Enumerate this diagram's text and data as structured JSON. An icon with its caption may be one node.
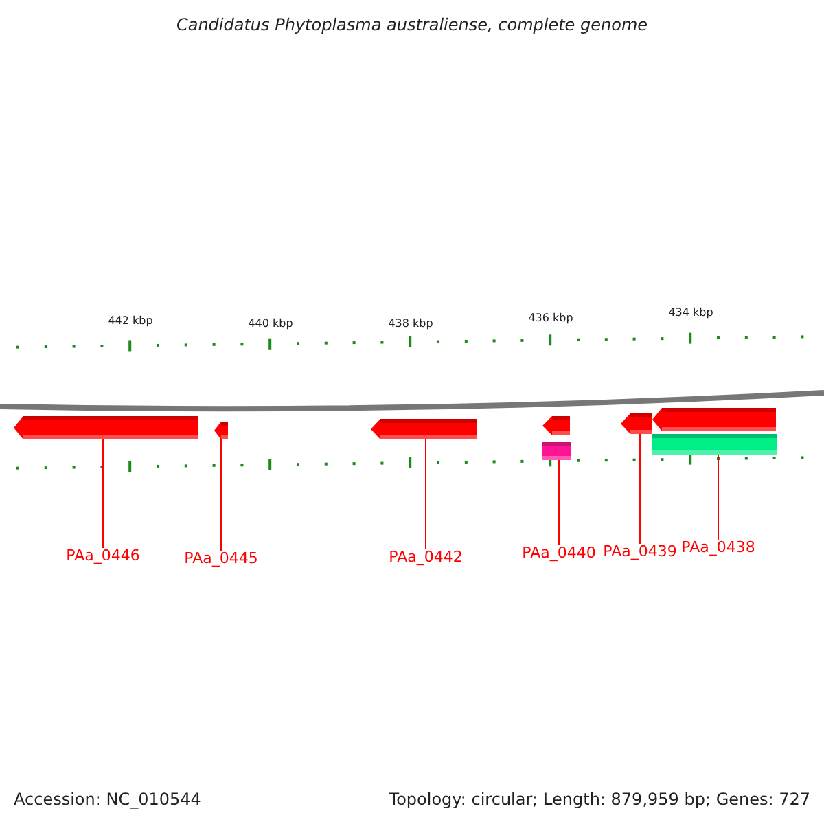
{
  "diagram": {
    "title": "Candidatus Phytoplasma australiense, complete genome",
    "nodes": [
      {
        "text": [],
        "shape": "arrow"
      },
      {
        "text": [],
        "shape": "arrow"
      },
      {
        "text": [],
        "shape": "arrow"
      },
      {
        "text": [],
        "shape": "arrow"
      },
      {
        "text": [],
        "shape": "bar"
      },
      {
        "text": [],
        "shape": "arrow"
      },
      {
        "text": [],
        "shape": "arrow"
      },
      {
        "text": [],
        "shape": "bar"
      },
      {
        "text": [
          "PAa_0446"
        ]
      },
      {
        "text": [
          "PAa_0445"
        ]
      },
      {
        "text": [
          "PAa_0442"
        ]
      },
      {
        "text": [
          "PAa_0440"
        ]
      },
      {
        "text": [
          "PAa_0439"
        ]
      },
      {
        "text": [
          "PAa_0438"
        ]
      }
    ],
    "edges": [
      {
        "from": 8,
        "to": 0,
        "arrow": "none"
      },
      {
        "from": 9,
        "to": 1,
        "arrow": "none"
      },
      {
        "from": 10,
        "to": 2,
        "arrow": "none"
      },
      {
        "from": 11,
        "to": 4,
        "arrow": "none"
      },
      {
        "from": 12,
        "to": 5,
        "arrow": "none"
      },
      {
        "from": 13,
        "to": 7,
        "arrow": "none"
      }
    ],
    "labels": [
      "442 kbp",
      "440 kbp",
      "438 kbp",
      "436 kbp",
      "434 kbp",
      "Accession: NC_010544",
      "Topology: circular; Length: 879,959 bp; Genes: 727"
    ]
  }
}
